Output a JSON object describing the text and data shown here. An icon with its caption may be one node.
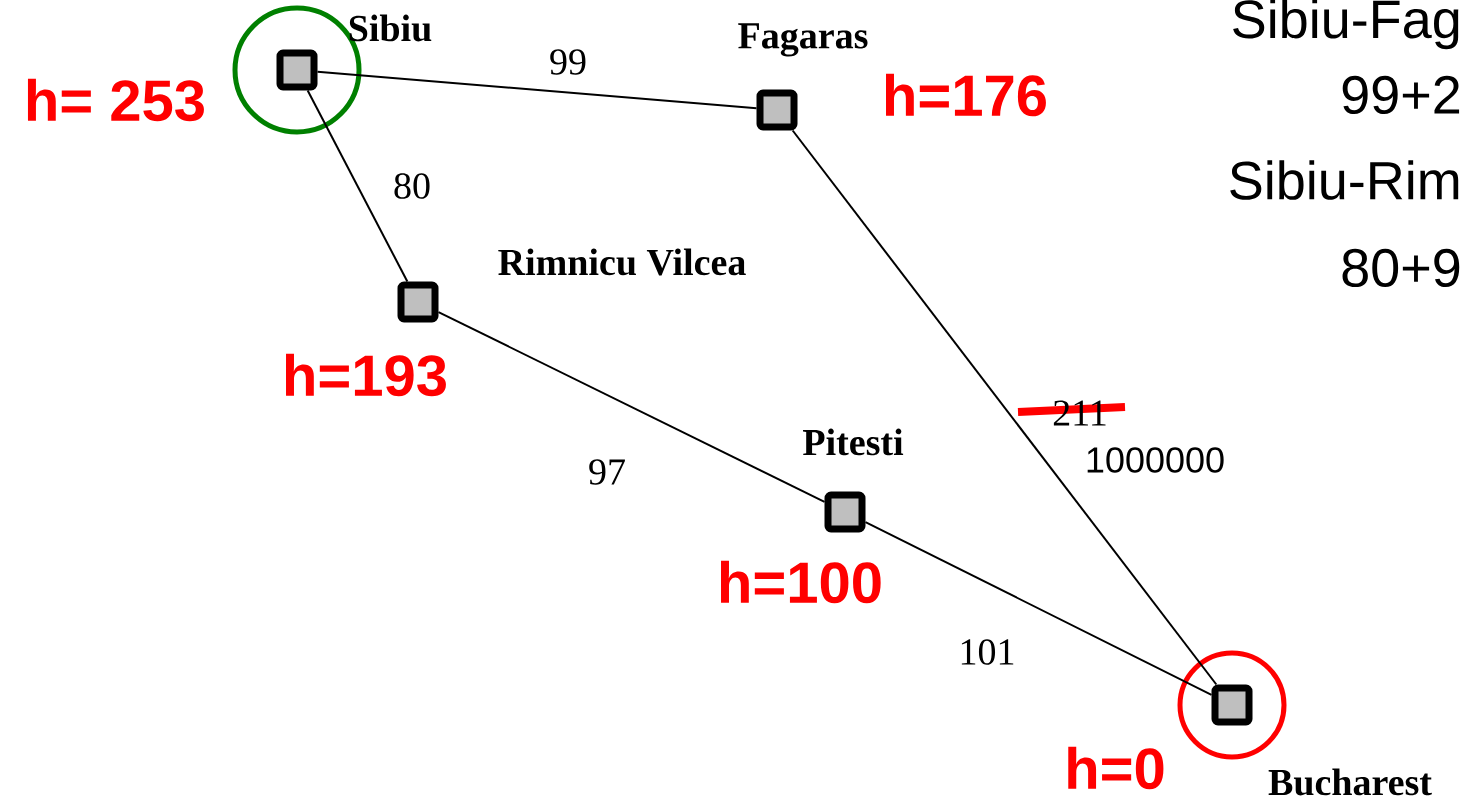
{
  "diagram": {
    "nodes": [
      {
        "text": [],
        "shape": "box",
        "beside": [
          "Sibiu",
          "h= 253"
        ]
      },
      {
        "text": [],
        "shape": "box",
        "beside": [
          "Fagaras",
          "h=176"
        ]
      },
      {
        "text": [],
        "shape": "box",
        "beside": [
          "Rimnicu Vilcea",
          "h=193"
        ]
      },
      {
        "text": [],
        "shape": "box",
        "beside": [
          "Pitesti",
          "h=100"
        ]
      },
      {
        "text": [],
        "shape": "box",
        "beside": [
          "Bucharest",
          "h=0"
        ]
      }
    ],
    "edges": [
      {
        "from": 0,
        "to": 1,
        "arrow": "none",
        "label": "99"
      },
      {
        "from": 0,
        "to": 2,
        "arrow": "none",
        "label": "80"
      },
      {
        "from": 1,
        "to": 4,
        "arrow": "none",
        "label": "211"
      },
      {
        "from": 2,
        "to": 3,
        "arrow": "none",
        "label": "97"
      },
      {
        "from": 3,
        "to": 4,
        "arrow": "none",
        "label": "101"
      }
    ],
    "labels": [
      "Sibiu-Fag",
      "99+2",
      "Sibiu-Rim",
      "80+9",
      "1000000"
    ]
  }
}
